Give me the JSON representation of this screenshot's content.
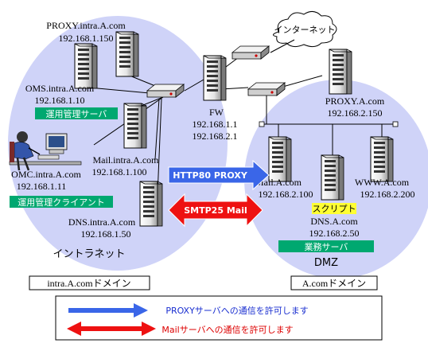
{
  "colors": {
    "zone_fill": "#cfd3f8",
    "green_label": "#00a870",
    "yellow_label": "#ffff33",
    "blue_arrow": "#3a66e8",
    "red_arrow": "#ee1111"
  },
  "nodes": {
    "proxy_intra": {
      "name": "PROXY.intra.A.com",
      "ip": "192.168.1.150"
    },
    "oms": {
      "name": "OMS.intra.A.com",
      "ip": "192.168.1.10"
    },
    "omc": {
      "name": "OMC.intra.A.com",
      "ip": "192.168.1.11"
    },
    "mail_intra": {
      "name": "Mail.intra.A.com",
      "ip": "192.168.1.100"
    },
    "dns_intra": {
      "name": "DNS.intra.A.com",
      "ip": "192.168.1.50"
    },
    "fw": {
      "name": "FW",
      "ip1": "192.168.1.1",
      "ip2": "192.168.2.1"
    },
    "proxy_dmz": {
      "name": "PROXY.A.com",
      "ip": "192.168.2.150"
    },
    "mail_dmz": {
      "name": "Mail.A.com",
      "ip": "192.168.2.100"
    },
    "www": {
      "name": "WWW.A.com",
      "ip": "192.168.2.200"
    },
    "dns_dmz": {
      "name": "DNS.A.com",
      "ip": "192.168.2.50"
    }
  },
  "labels": {
    "internet": "インターネット",
    "intranet": "イントラネット",
    "dmz": "DMZ",
    "ops_server": "運用管理サーバ",
    "ops_client": "運用管理クライアント",
    "script": "スクリプト",
    "business_server": "業務サーバ",
    "intra_domain": "intra.A.comドメイン",
    "a_domain": "A.comドメイン"
  },
  "arrows": {
    "http_proxy": "HTTP80 PROXY",
    "smtp_mail": "SMTP25 Mail"
  },
  "legend": {
    "proxy_allow": "PROXYサーバへの通信を許可します",
    "mail_allow": "Mailサーバへの通信を許可します"
  }
}
